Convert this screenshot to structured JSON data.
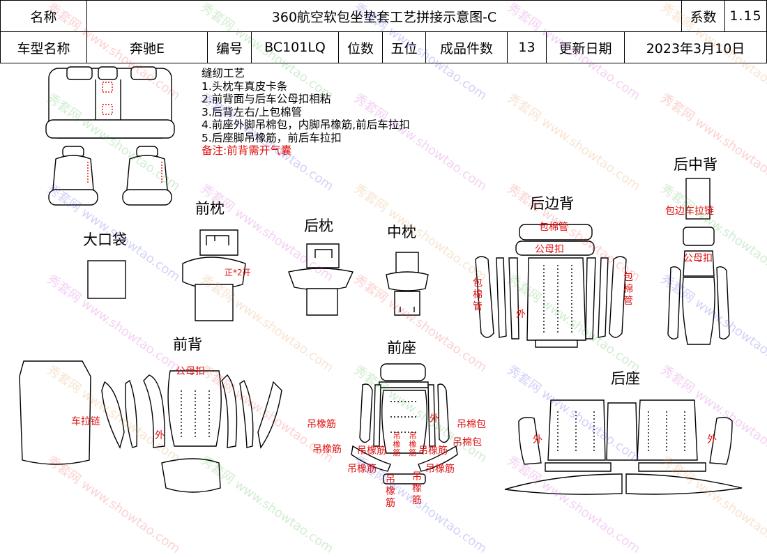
{
  "header": {
    "name_label": "名称",
    "title": "360航空软包坐垫套工艺拼接示意图-C",
    "coef_label": "系数",
    "coef_value": "1.15",
    "model_label": "车型名称",
    "model_value": "奔驰E",
    "code_label": "编号",
    "code_value": "BC101LQ",
    "seats_label": "位数",
    "seats_value": "五位",
    "pieces_label": "成品件数",
    "pieces_value": "13",
    "date_label": "更新日期",
    "date_value": "2023年3月10日"
  },
  "notes": {
    "title": "缝纫工艺",
    "items": [
      "1.头枕车真皮卡条",
      "2.前背面与后车公母扣相粘",
      "3.后背左右/上包棉管",
      "4.前座外脚吊棉包，内脚吊橡筋,前后车拉扣",
      "5.后座脚吊橡筋，前后车拉扣"
    ],
    "remark": "备注:前背需开气囊"
  },
  "sections": {
    "front_pillow": "前枕",
    "rear_pillow": "后枕",
    "middle_pillow": "中枕",
    "big_pocket": "大口袋",
    "rear_side_back": "后边背",
    "rear_middle_back": "后中背",
    "front_back": "前背",
    "front_seat": "前座",
    "rear_seat": "后座"
  },
  "annotations": {
    "front_pillow_open": "正*2开",
    "wrap_cotton_tube": "包棉管",
    "snap_button": "公母扣",
    "outer": "外",
    "wrap_edge_zipper": "包边车拉链",
    "car_zipper": "车拉链",
    "hang_elastic": "吊橡筋",
    "hang_cotton_pack": "吊棉包"
  },
  "watermark": {
    "text": "秀套网 www.showtao.com"
  },
  "colors": {
    "annotation": "#e01010",
    "line": "#000000"
  }
}
